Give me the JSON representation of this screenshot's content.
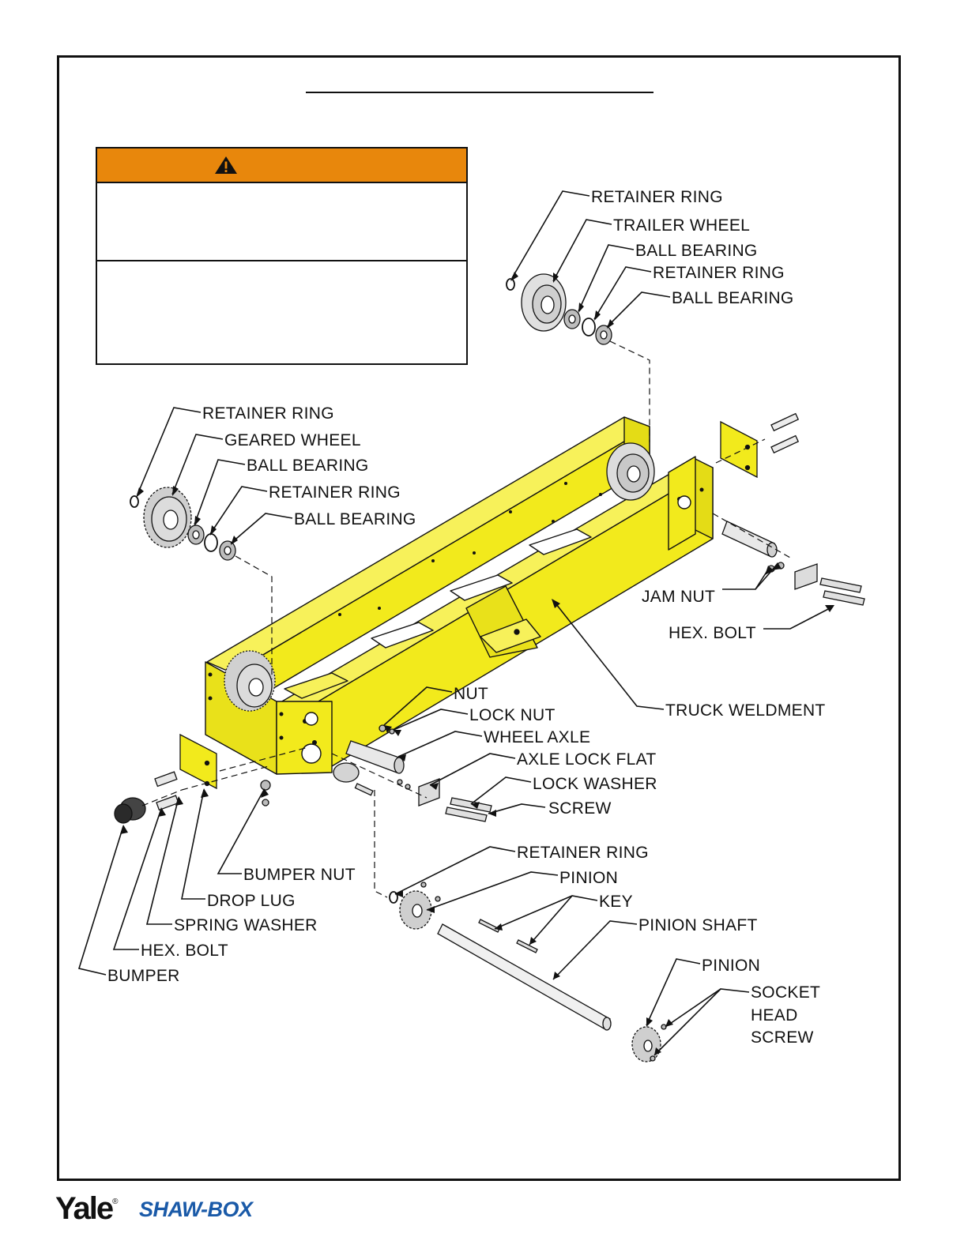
{
  "warning": {
    "header_color": "#e8870c",
    "icon": "warning-triangle-icon"
  },
  "colors": {
    "weldment": "#f2ea1c",
    "weldment_dark": "#c9c20f",
    "part_gray": "#dcdcdc",
    "brand_blue": "#1a5aa8"
  },
  "labels": {
    "trailer_retainer_ring": "RETAINER RING",
    "trailer_wheel": "TRAILER WHEEL",
    "trailer_ball_bearing_1": "BALL BEARING",
    "trailer_retainer_ring_2": "RETAINER RING",
    "trailer_ball_bearing_2": "BALL BEARING",
    "geared_retainer_ring": "RETAINER RING",
    "geared_wheel": "GEARED WHEEL",
    "geared_ball_bearing_1": "BALL BEARING",
    "geared_retainer_ring_2": "RETAINER RING",
    "geared_ball_bearing_2": "BALL BEARING",
    "jam_nut": "JAM NUT",
    "hex_bolt_right": "HEX. BOLT",
    "truck_weldment": "TRUCK WELDMENT",
    "nut": "NUT",
    "lock_nut": "LOCK NUT",
    "wheel_axle": "WHEEL AXLE",
    "axle_lock_flat": "AXLE LOCK FLAT",
    "lock_washer": "LOCK WASHER",
    "screw": "SCREW",
    "pinion_retainer_ring": "RETAINER RING",
    "pinion_1": "PINION",
    "key": "KEY",
    "pinion_shaft": "PINION SHAFT",
    "pinion_2": "PINION",
    "socket_head_screw_1": "SOCKET",
    "socket_head_screw_2": "HEAD",
    "socket_head_screw_3": "SCREW",
    "bumper_nut": "BUMPER NUT",
    "drop_lug": "DROP LUG",
    "spring_washer": "SPRING WASHER",
    "hex_bolt_left": "HEX. BOLT",
    "bumper": "BUMPER"
  },
  "logos": {
    "yale": "Yale",
    "yale_mark": "®",
    "shawbox": "SHAW-BOX"
  }
}
